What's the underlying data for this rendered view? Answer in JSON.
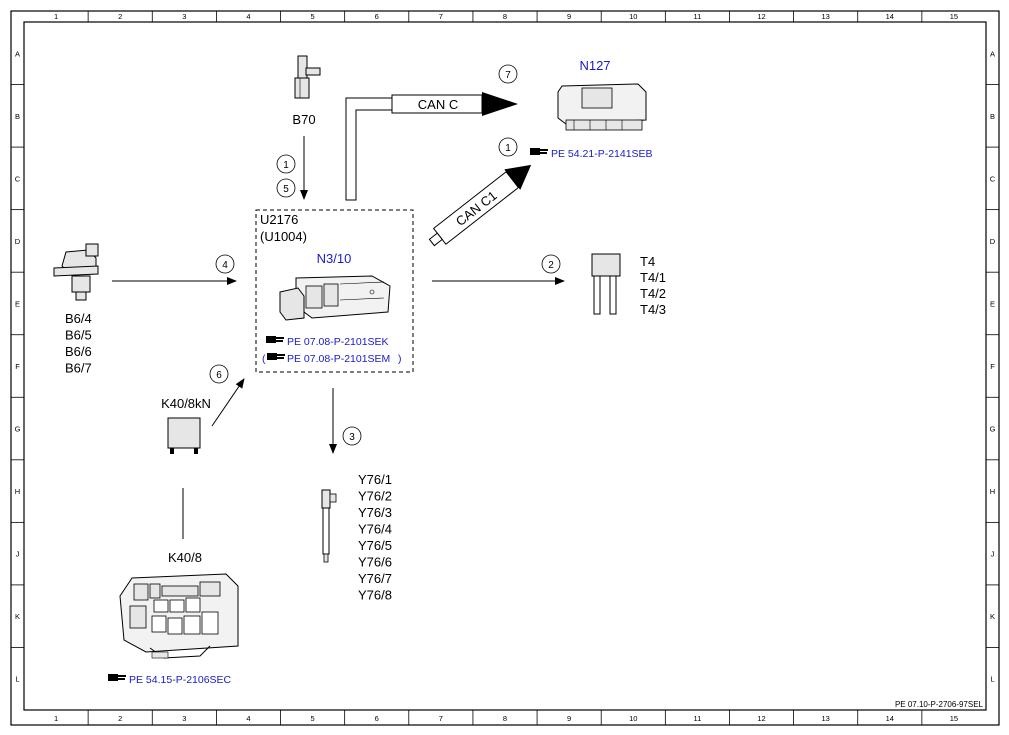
{
  "grid": {
    "columns": [
      "1",
      "2",
      "3",
      "4",
      "5",
      "6",
      "7",
      "8",
      "9",
      "10",
      "11",
      "12",
      "13",
      "14",
      "15"
    ],
    "rows": [
      "A",
      "B",
      "C",
      "D",
      "E",
      "F",
      "G",
      "H",
      "J",
      "K",
      "L"
    ]
  },
  "document_id": "PE 07.10-P-2706-97SEL",
  "control_unit": {
    "code": "U2176",
    "code_alt": "(U1004)",
    "name": "N3/10",
    "ref1": "PE 07.08-P-2101SEK",
    "ref2": "PE 07.08-P-2101SEM",
    "ref2_open": "(",
    "ref2_close": ")"
  },
  "components": {
    "b70": "B70",
    "n127": "N127",
    "n127_ref": "PE 54.21-P-2141SEB",
    "b6": [
      "B6/4",
      "B6/5",
      "B6/6",
      "B6/7"
    ],
    "t4": [
      "T4",
      "T4/1",
      "T4/2",
      "T4/3"
    ],
    "k40_8kn": "K40/8kN",
    "k40_8": "K40/8",
    "k40_8_ref": "PE 54.15-P-2106SEC",
    "y76": [
      "Y76/1",
      "Y76/2",
      "Y76/3",
      "Y76/4",
      "Y76/5",
      "Y76/6",
      "Y76/7",
      "Y76/8"
    ]
  },
  "buses": {
    "can_c": "CAN C",
    "can_c1": "CAN C1"
  },
  "callouts": {
    "b70_a": "1",
    "b70_b": "5",
    "can_c": "7",
    "can_c1": "1",
    "b6": "4",
    "t4": "2",
    "k40": "6",
    "y76": "3"
  },
  "colors": {
    "line": "#000000",
    "component_label_blue": "#1a1acc",
    "part_fill": "#e6e6e6"
  }
}
